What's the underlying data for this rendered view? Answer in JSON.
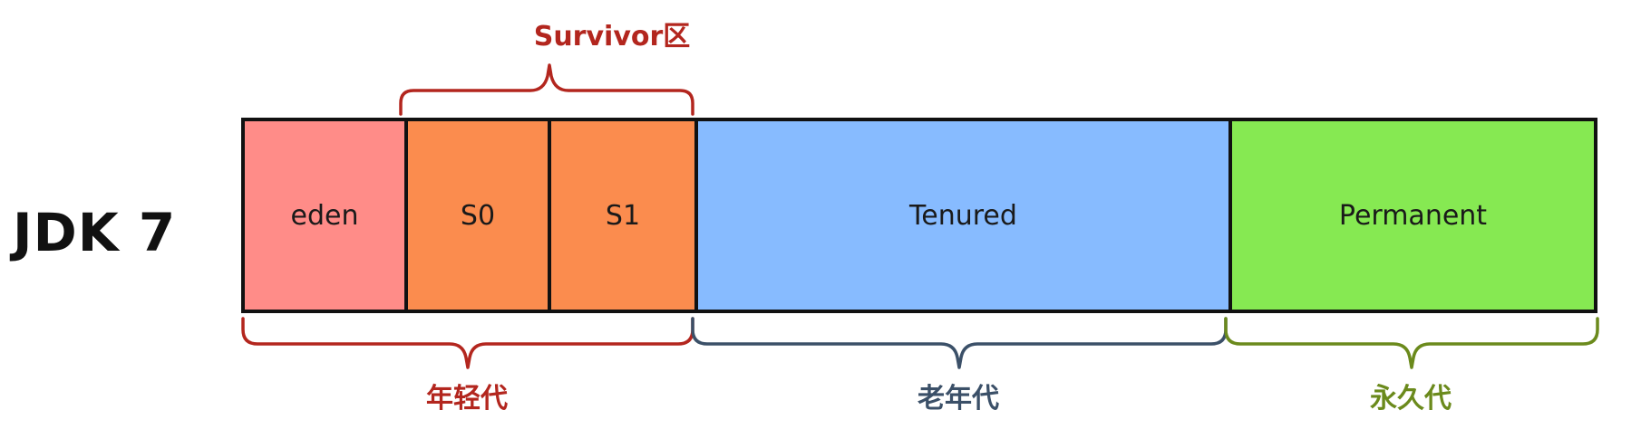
{
  "title": "JDK 7",
  "regions": {
    "eden": "eden",
    "s0": "S0",
    "s1": "S1",
    "tenured": "Tenured",
    "permanent": "Permanent"
  },
  "braces": {
    "survivor": "Survivor区",
    "young": "年轻代",
    "old": "老年代",
    "permanent": "永久代"
  },
  "colors": {
    "eden": "#ff8c88",
    "survivor": "#fb8c4e",
    "tenured": "#87bbff",
    "permanent": "#86e952",
    "brace_red": "#b3261e",
    "brace_slate": "#3b5068",
    "brace_olive": "#6b8a1c"
  }
}
